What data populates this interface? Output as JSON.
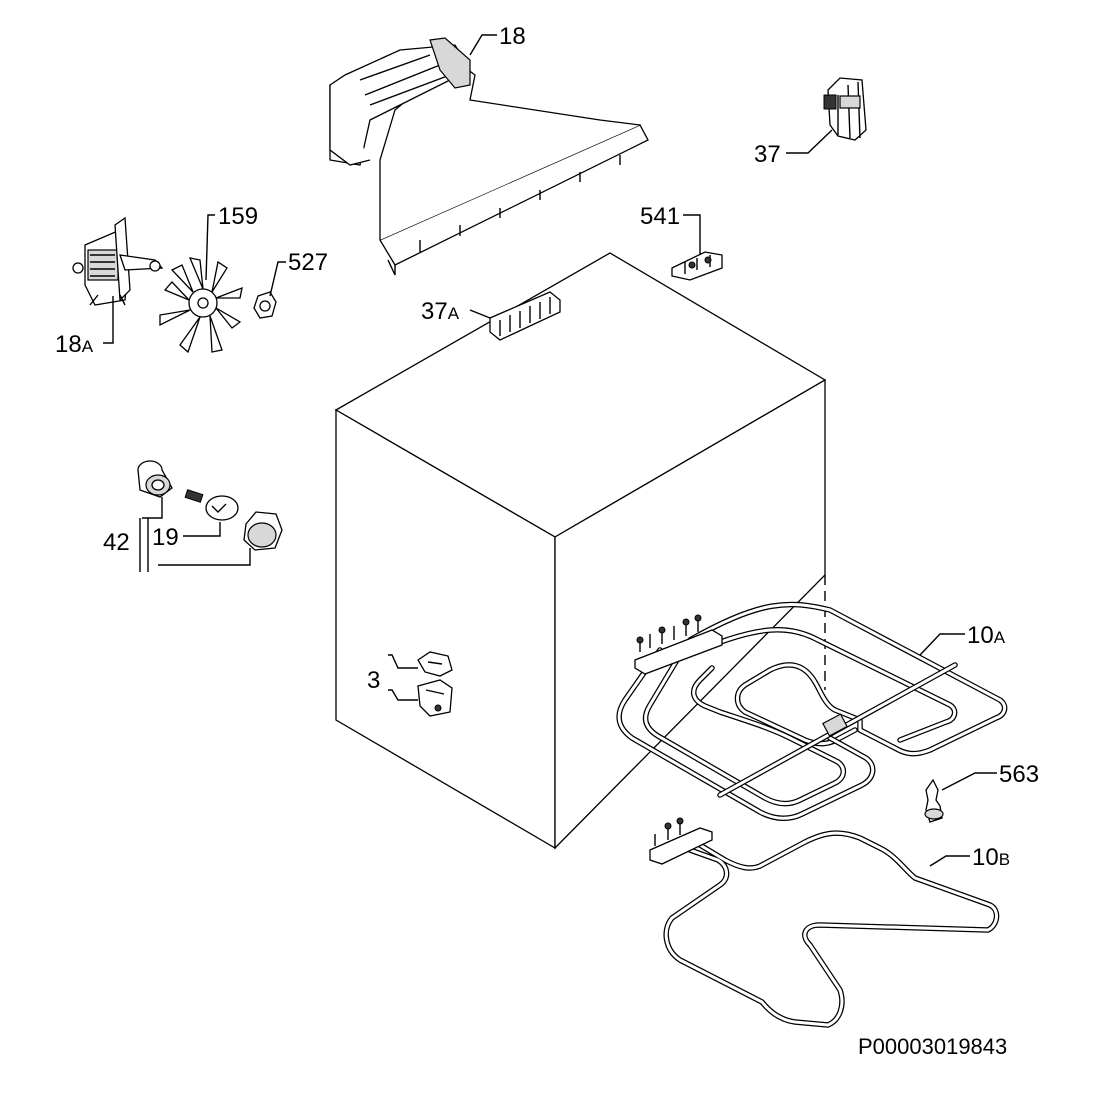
{
  "reference_code": "P00003019843",
  "parts": [
    {
      "id": "p18",
      "label_main": "18",
      "label_suffix": ""
    },
    {
      "id": "p37",
      "label_main": "37",
      "label_suffix": ""
    },
    {
      "id": "p159",
      "label_main": "159",
      "label_suffix": ""
    },
    {
      "id": "p527",
      "label_main": "527",
      "label_suffix": ""
    },
    {
      "id": "p541",
      "label_main": "541",
      "label_suffix": ""
    },
    {
      "id": "p37a",
      "label_main": "37",
      "label_suffix": "A"
    },
    {
      "id": "p18a",
      "label_main": "18",
      "label_suffix": "A"
    },
    {
      "id": "p42",
      "label_main": "42",
      "label_suffix": ""
    },
    {
      "id": "p19",
      "label_main": "19",
      "label_suffix": ""
    },
    {
      "id": "p3",
      "label_main": "3",
      "label_suffix": ""
    },
    {
      "id": "p10a",
      "label_main": "10",
      "label_suffix": "A"
    },
    {
      "id": "p563",
      "label_main": "563",
      "label_suffix": ""
    },
    {
      "id": "p10b",
      "label_main": "10",
      "label_suffix": "B"
    }
  ]
}
